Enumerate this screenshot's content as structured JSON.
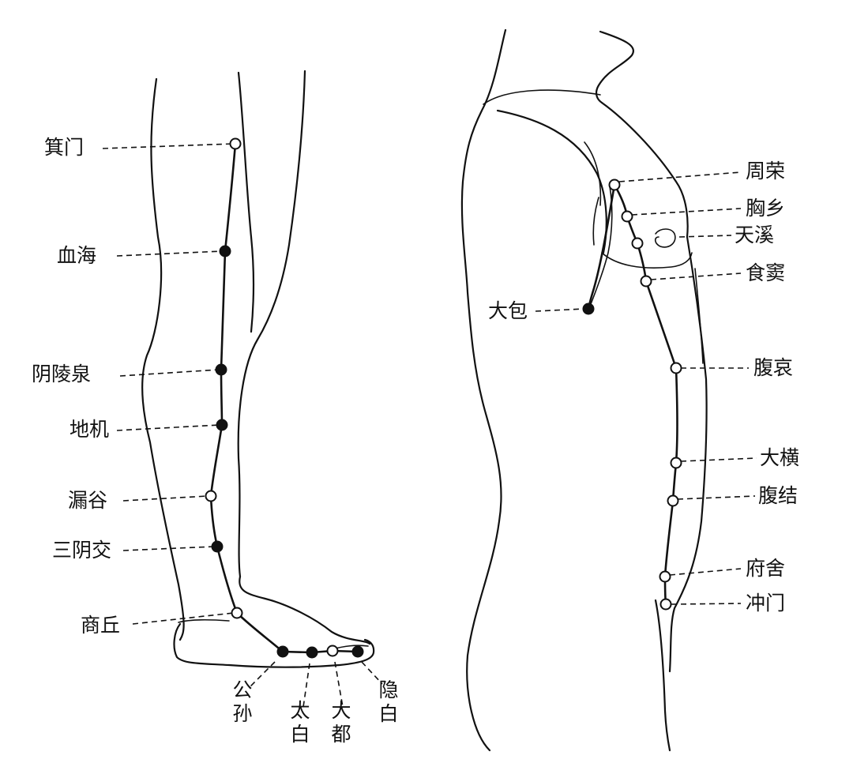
{
  "colors": {
    "ink": "#111111",
    "background": "#ffffff"
  },
  "left_figure": {
    "points": [
      {
        "id": "jimen",
        "label": "箕门",
        "marker": "open"
      },
      {
        "id": "xuehai",
        "label": "血海",
        "marker": "filled"
      },
      {
        "id": "yinlingquan",
        "label": "阴陵泉",
        "marker": "filled"
      },
      {
        "id": "diji",
        "label": "地机",
        "marker": "filled"
      },
      {
        "id": "lougu",
        "label": "漏谷",
        "marker": "open"
      },
      {
        "id": "sanyinjiao",
        "label": "三阴交",
        "marker": "filled"
      },
      {
        "id": "shangqiu",
        "label": "商丘",
        "marker": "open"
      },
      {
        "id": "gongsun",
        "label": "公孙",
        "marker": "filled"
      },
      {
        "id": "taibai",
        "label": "太白",
        "marker": "filled"
      },
      {
        "id": "dadu",
        "label": "大都",
        "marker": "open"
      },
      {
        "id": "yinbai",
        "label": "隐白",
        "marker": "filled"
      }
    ]
  },
  "right_figure": {
    "points": [
      {
        "id": "zhourong",
        "label": "周荣",
        "marker": "open"
      },
      {
        "id": "xiongxiang",
        "label": "胸乡",
        "marker": "open"
      },
      {
        "id": "tianxi",
        "label": "天溪",
        "marker": "open"
      },
      {
        "id": "shidou",
        "label": "食窦",
        "marker": "open"
      },
      {
        "id": "dabao",
        "label": "大包",
        "marker": "filled"
      },
      {
        "id": "fuai",
        "label": "腹哀",
        "marker": "open"
      },
      {
        "id": "daheng",
        "label": "大横",
        "marker": "open"
      },
      {
        "id": "fujie",
        "label": "腹结",
        "marker": "open"
      },
      {
        "id": "fushe",
        "label": "府舍",
        "marker": "open"
      },
      {
        "id": "chongmen",
        "label": "冲门",
        "marker": "open"
      }
    ]
  }
}
